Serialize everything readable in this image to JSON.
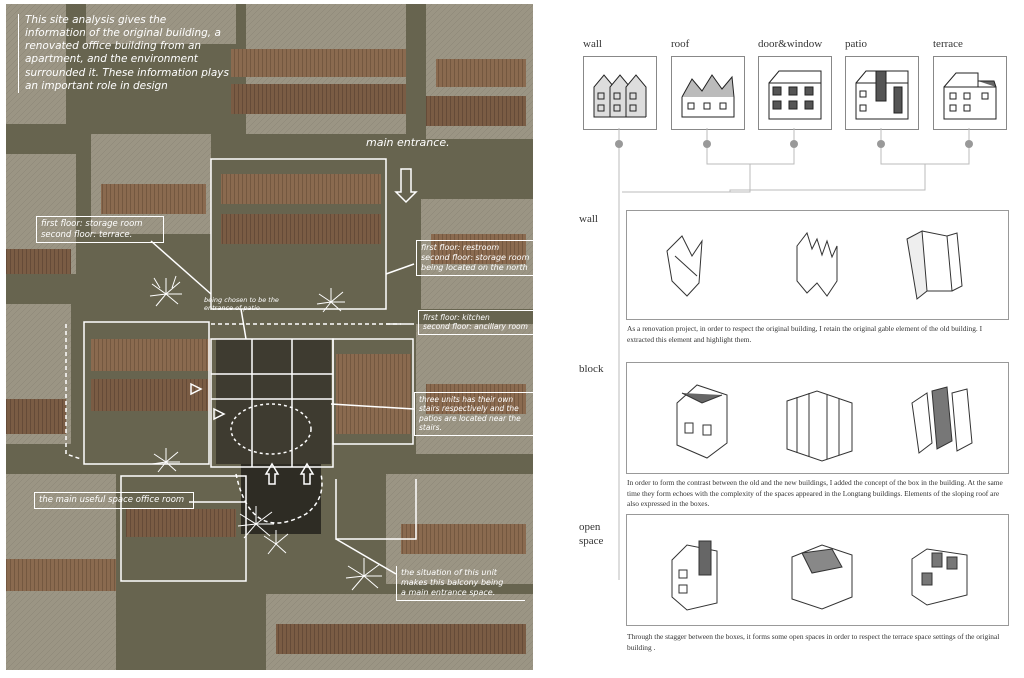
{
  "site": {
    "intro": "This site analysis gives the information of the original building, a renovated office building from an apartment, and the environment surrounded it. These information plays an important role in design",
    "main_entrance": "main entrance.",
    "note_left": "first floor: storage room\nsecond floor: terrace.",
    "note_right_top": "first floor: restroom\nsecond floor: storage room\nbeing located on the north",
    "note_chosen": "being chosen to be the\nentrance of patio",
    "note_kitchen": "first floor: kitchen\nsecond floor: ancillary room",
    "note_units": "three units has their own\nstairs respectively and the\npatios are located near the\nstairs.",
    "note_useful": "the main useful space office room",
    "note_situation": "the situation of this unit\nmakes this balcony being\na main entrance space."
  },
  "elements": {
    "labels": [
      "wall",
      "roof",
      "door&window",
      "patio",
      "terrace"
    ]
  },
  "rows": [
    {
      "label": "wall",
      "caption": "As a renovation project, in order to respect the original building, I retain the original gable element of the old building. I extracted this element and highlight them."
    },
    {
      "label": "block",
      "caption": "In order to form the contrast between the old and the new buildings, I added the concept of the box in the building. At the same time they form echoes with the complexity of the spaces appeared in the Longtang buildings. Elements of the sloping roof are also expressed in the boxes."
    },
    {
      "label": "open\nspace",
      "caption": "Through the stagger between the boxes, it forms some open spaces in order to respect the terrace space settings of the original building ."
    }
  ]
}
